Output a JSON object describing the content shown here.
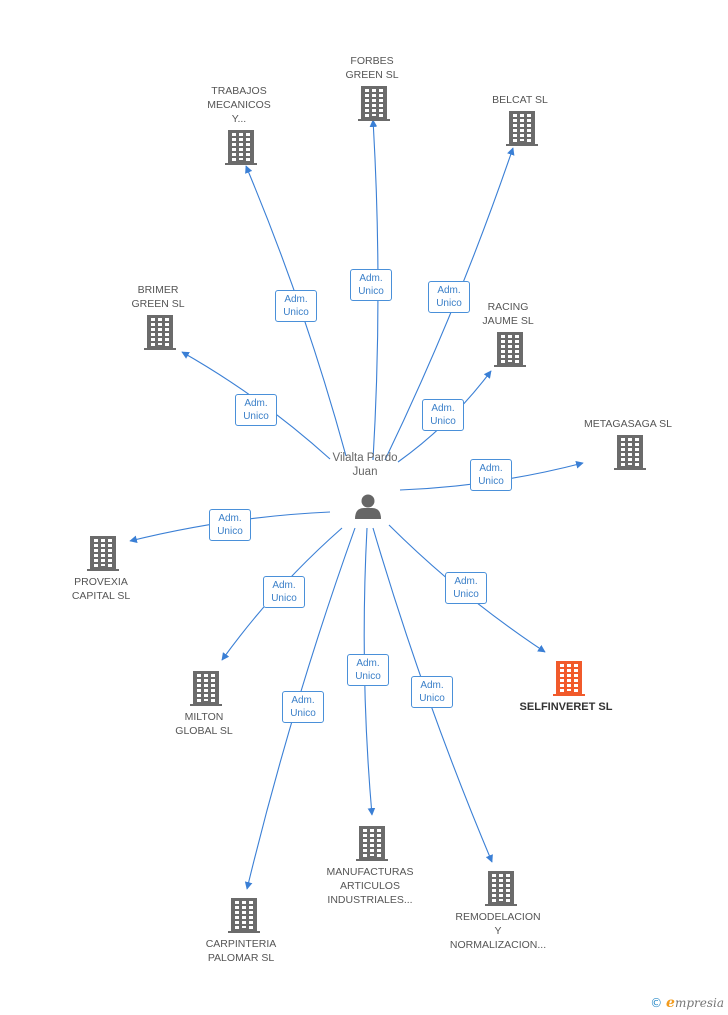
{
  "center": {
    "label": "Vilalta Pardo\nJuan"
  },
  "nodes": [
    {
      "id": "forbes",
      "label": "FORBES\nGREEN SL",
      "highlight": false
    },
    {
      "id": "trabajos",
      "label": "TRABAJOS\nMECANICOS\nY...",
      "highlight": false
    },
    {
      "id": "belcat",
      "label": "BELCAT SL",
      "highlight": false
    },
    {
      "id": "brimer",
      "label": "BRIMER\nGREEN SL",
      "highlight": false
    },
    {
      "id": "racing",
      "label": "RACING\nJAUME SL",
      "highlight": false
    },
    {
      "id": "metagasaga",
      "label": "METAGASAGA SL",
      "highlight": false
    },
    {
      "id": "provexia",
      "label": "PROVEXIA\nCAPITAL SL",
      "highlight": false
    },
    {
      "id": "selfinveret",
      "label": "SELFINVERET SL",
      "highlight": true
    },
    {
      "id": "milton",
      "label": "MILTON\nGLOBAL SL",
      "highlight": false
    },
    {
      "id": "manufacturas",
      "label": "MANUFACTURAS\nARTICULOS\nINDUSTRIALES...",
      "highlight": false
    },
    {
      "id": "carpinteria",
      "label": "CARPINTERIA\nPALOMAR SL",
      "highlight": false
    },
    {
      "id": "remodelacion",
      "label": "REMODELACION\nY\nNORMALIZACION...",
      "highlight": false
    }
  ],
  "edges": [
    {
      "to": "forbes",
      "label": "Adm.\nUnico"
    },
    {
      "to": "trabajos",
      "label": "Adm.\nUnico"
    },
    {
      "to": "belcat",
      "label": "Adm.\nUnico"
    },
    {
      "to": "brimer",
      "label": "Adm.\nUnico"
    },
    {
      "to": "racing",
      "label": "Adm.\nUnico"
    },
    {
      "to": "metagasaga",
      "label": "Adm.\nUnico"
    },
    {
      "to": "provexia",
      "label": "Adm.\nUnico"
    },
    {
      "to": "selfinveret",
      "label": "Adm.\nUnico"
    },
    {
      "to": "milton",
      "label": "Adm.\nUnico"
    },
    {
      "to": "manufacturas",
      "label": "Adm.\nUnico"
    },
    {
      "to": "carpinteria",
      "label": "Adm.\nUnico"
    },
    {
      "to": "remodelacion",
      "label": "Adm.\nUnico"
    }
  ],
  "colors": {
    "edge": "#3a7fd5",
    "building": "#6b6b6b",
    "highlight": "#f15a2b",
    "person": "#666666"
  },
  "brand": {
    "symbol": "©",
    "initial": "e",
    "rest": "mpresia"
  }
}
